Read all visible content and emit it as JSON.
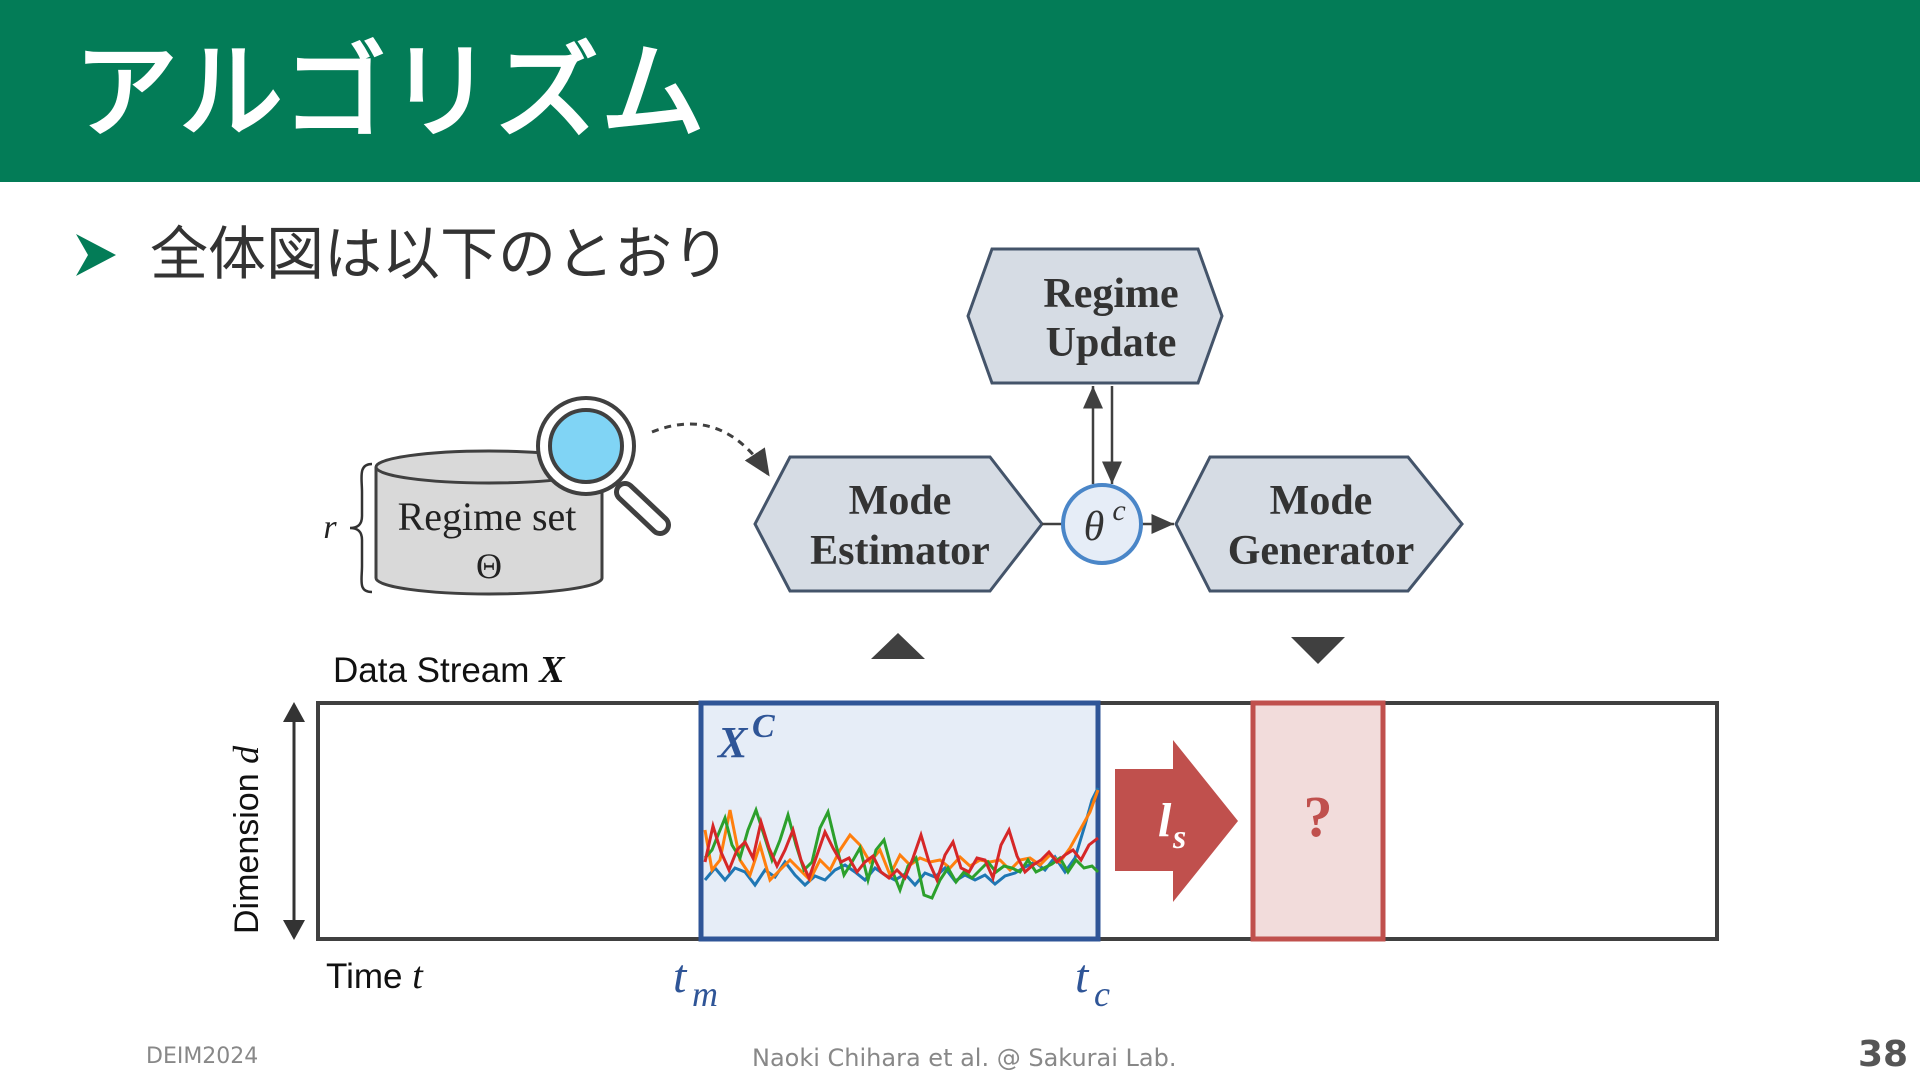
{
  "slide": {
    "title": "アルゴリズム",
    "bullet": "全体図は以下のとおり",
    "page_number": "38"
  },
  "diagram": {
    "regime_update": [
      "Regime",
      "Update"
    ],
    "mode_estimator": [
      "Mode",
      "Estimator"
    ],
    "mode_generator": [
      "Mode",
      "Generator"
    ],
    "theta_c": {
      "base": "θ",
      "sup": "c"
    },
    "regime_set": [
      "Regime set",
      "Θ"
    ],
    "regime_count": "r",
    "data_stream": {
      "label": "Data Stream ",
      "symbol": "X"
    },
    "window": {
      "base": "X",
      "sup": "C"
    },
    "dimension": {
      "label": "Dimension ",
      "symbol": "d"
    },
    "time": {
      "label": "Time ",
      "symbol": "t"
    },
    "t_m": {
      "base": "t",
      "sub": "m"
    },
    "t_c": {
      "base": "t",
      "sub": "c"
    },
    "l_s": {
      "base": "l",
      "sub": "s"
    },
    "unknown": "?"
  },
  "footer": {
    "left": "DEIM2024",
    "center": "Naoki Chihara et al. @ Sakurai Lab."
  },
  "colors": {
    "header_green": "#037C57",
    "hex_fill": "#D6DCE4",
    "hex_stroke": "#44546A",
    "window_blue": "#2F5597",
    "window_fill": "#E6EDF7",
    "arrow_red": "#C0504D",
    "forecast_fill": "#F2DCDB",
    "theta_stroke": "#4A86C8",
    "lens_fill": "#80D4F5",
    "series": [
      "#1F77B4",
      "#FF7F0E",
      "#2CA02C",
      "#D62728"
    ]
  }
}
